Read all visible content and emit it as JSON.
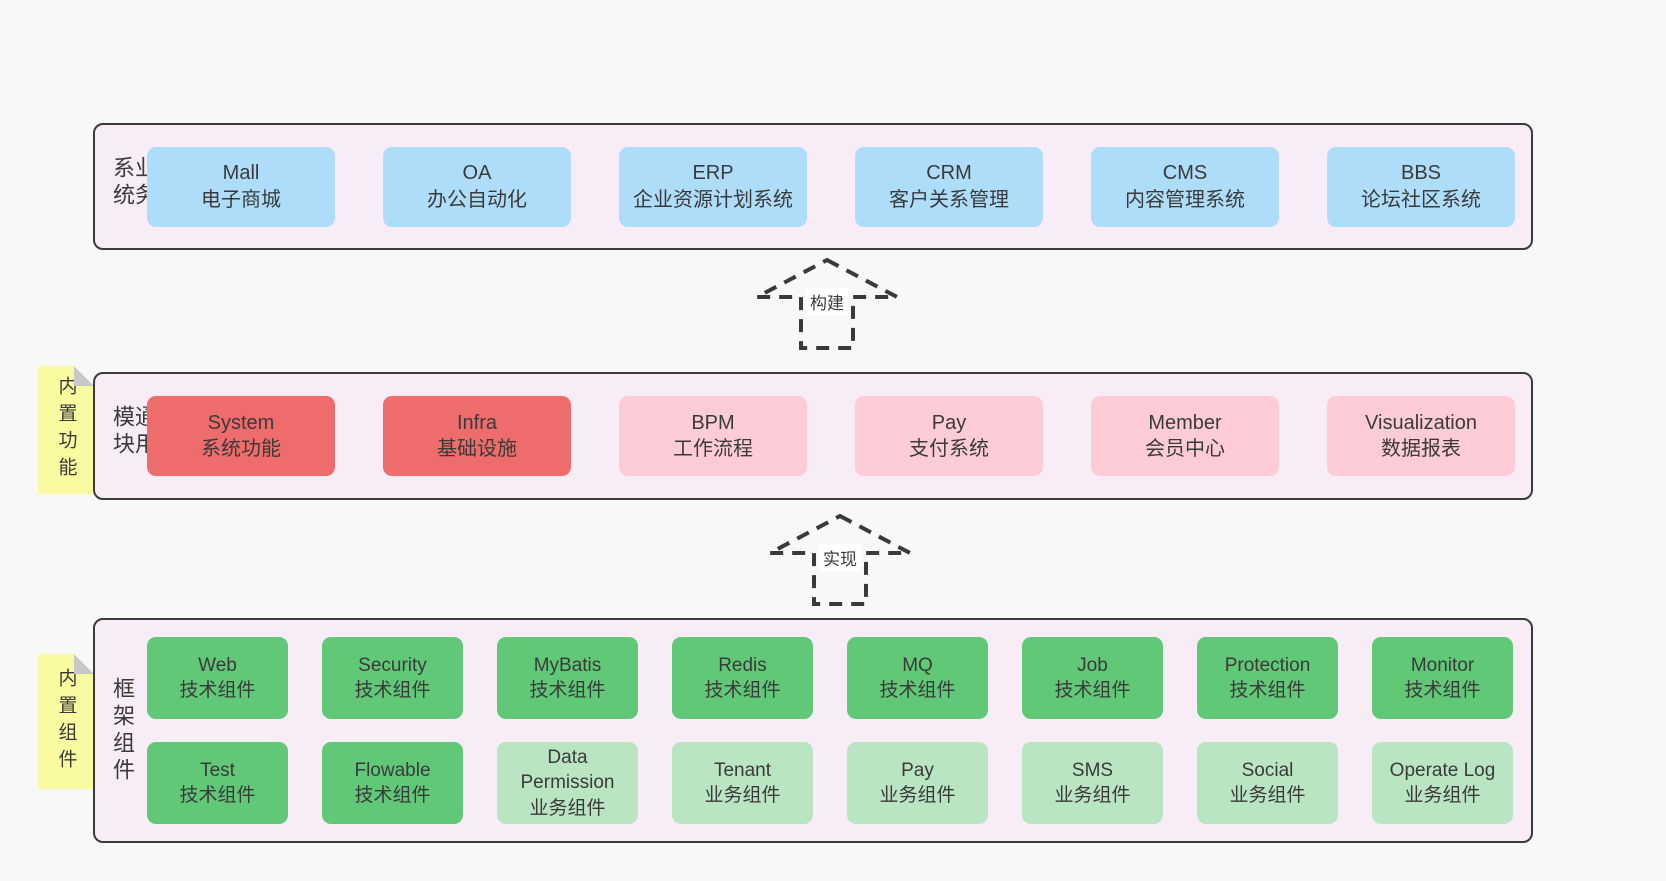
{
  "palette": {
    "page_bg": "#f8f8f8",
    "panel_bg": "#f8edf6",
    "panel_border": "#3b3b3b",
    "blue_box": "#aeddfa",
    "red_box": "#ef6c6c",
    "pink_box": "#fdccd6",
    "green_box": "#61c878",
    "light_green_box": "#bae5c3",
    "yellow_tab": "#fafaa1",
    "fold_gray": "#c8c8c8",
    "text": "#3a3a3a"
  },
  "arrows": [
    {
      "label": "构建"
    },
    {
      "label": "实现"
    }
  ],
  "sections": {
    "business": {
      "label": "业务系统",
      "boxes": [
        {
          "en": "Mall",
          "zh": "电子商城",
          "variant": "blue"
        },
        {
          "en": "OA",
          "zh": "办公自动化",
          "variant": "blue"
        },
        {
          "en": "ERP",
          "zh": "企业资源计划系统",
          "variant": "blue"
        },
        {
          "en": "CRM",
          "zh": "客户关系管理",
          "variant": "blue"
        },
        {
          "en": "CMS",
          "zh": "内容管理系统",
          "variant": "blue"
        },
        {
          "en": "BBS",
          "zh": "论坛社区系统",
          "variant": "blue"
        }
      ]
    },
    "modules": {
      "label": "通用模块",
      "tag": "内置功能",
      "boxes": [
        {
          "en": "System",
          "zh": "系统功能",
          "variant": "red"
        },
        {
          "en": "Infra",
          "zh": "基础设施",
          "variant": "red"
        },
        {
          "en": "BPM",
          "zh": "工作流程",
          "variant": "pink"
        },
        {
          "en": "Pay",
          "zh": "支付系统",
          "variant": "pink"
        },
        {
          "en": "Member",
          "zh": "会员中心",
          "variant": "pink"
        },
        {
          "en": "Visualization",
          "zh": "数据报表",
          "variant": "pink"
        }
      ]
    },
    "framework": {
      "label": "框架组件",
      "tag": "内置组件",
      "row1": [
        {
          "en": "Web",
          "zh": "技术组件",
          "variant": "green"
        },
        {
          "en": "Security",
          "zh": "技术组件",
          "variant": "green"
        },
        {
          "en": "MyBatis",
          "zh": "技术组件",
          "variant": "green"
        },
        {
          "en": "Redis",
          "zh": "技术组件",
          "variant": "green"
        },
        {
          "en": "MQ",
          "zh": "技术组件",
          "variant": "green"
        },
        {
          "en": "Job",
          "zh": "技术组件",
          "variant": "green"
        },
        {
          "en": "Protection",
          "zh": "技术组件",
          "variant": "green"
        },
        {
          "en": "Monitor",
          "zh": "技术组件",
          "variant": "green"
        }
      ],
      "row2": [
        {
          "en": "Test",
          "zh": "技术组件",
          "variant": "green"
        },
        {
          "en": "Flowable",
          "zh": "技术组件",
          "variant": "green"
        },
        {
          "en": "Data Permission",
          "zh": "业务组件",
          "variant": "lightgreen"
        },
        {
          "en": "Tenant",
          "zh": "业务组件",
          "variant": "lightgreen"
        },
        {
          "en": "Pay",
          "zh": "业务组件",
          "variant": "lightgreen"
        },
        {
          "en": "SMS",
          "zh": "业务组件",
          "variant": "lightgreen"
        },
        {
          "en": "Social",
          "zh": "业务组件",
          "variant": "lightgreen"
        },
        {
          "en": "Operate Log",
          "zh": "业务组件",
          "variant": "lightgreen"
        }
      ]
    }
  }
}
